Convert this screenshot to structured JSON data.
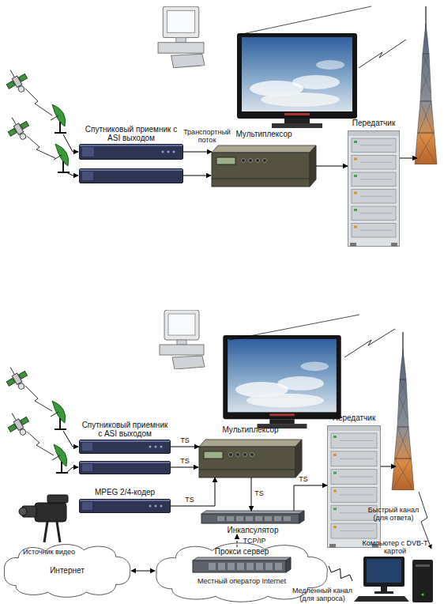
{
  "diagram": {
    "nodes": [
      {
        "text": [
          "Спутниковый приемник с ASI выходом"
        ]
      },
      {
        "text": [
          "Мультиплексор"
        ]
      },
      {
        "text": [
          "Передатчик"
        ]
      },
      {
        "text": [
          "Спутниковый приемник с ASI выходом"
        ]
      },
      {
        "text": [
          "MPEG 2/4-кодер"
        ]
      },
      {
        "text": [
          "Мультиплексор"
        ]
      },
      {
        "text": [
          "Передатчик"
        ]
      },
      {
        "text": [
          "Инкапсулятор"
        ]
      },
      {
        "text": [
          "Интернет"
        ]
      },
      {
        "text": [
          "Местный оператор Internet"
        ]
      },
      {
        "text": [
          "Прокси сервер"
        ],
        "in": 9
      },
      {
        "text": [
          "Компьютер с DVB-T картой"
        ]
      }
    ],
    "edges": [
      {
        "from": 0,
        "to": 1,
        "arrow": "to",
        "label": "Транспортный поток"
      },
      {
        "from": 1,
        "to": 2,
        "arrow": "to"
      },
      {
        "from": 3,
        "to": 5,
        "arrow": "to",
        "label": "TS"
      },
      {
        "from": 4,
        "to": 5,
        "arrow": "to",
        "label": "TS"
      },
      {
        "from": 5,
        "to": 7,
        "arrow": "to",
        "label": "TS"
      },
      {
        "from": 7,
        "to": 6,
        "arrow": "to",
        "label": "TS"
      },
      {
        "from": 10,
        "to": 7,
        "arrow": "to",
        "label": "TCP/IP"
      },
      {
        "from": 8,
        "to": 9,
        "arrow": "both"
      },
      {
        "from": 11,
        "to": 9,
        "arrow": "none",
        "label": "Медленный канал (для запроса)"
      }
    ],
    "labels": [
      "TS",
      "Источник видео",
      "Быстрый канал (для ответа)"
    ]
  }
}
